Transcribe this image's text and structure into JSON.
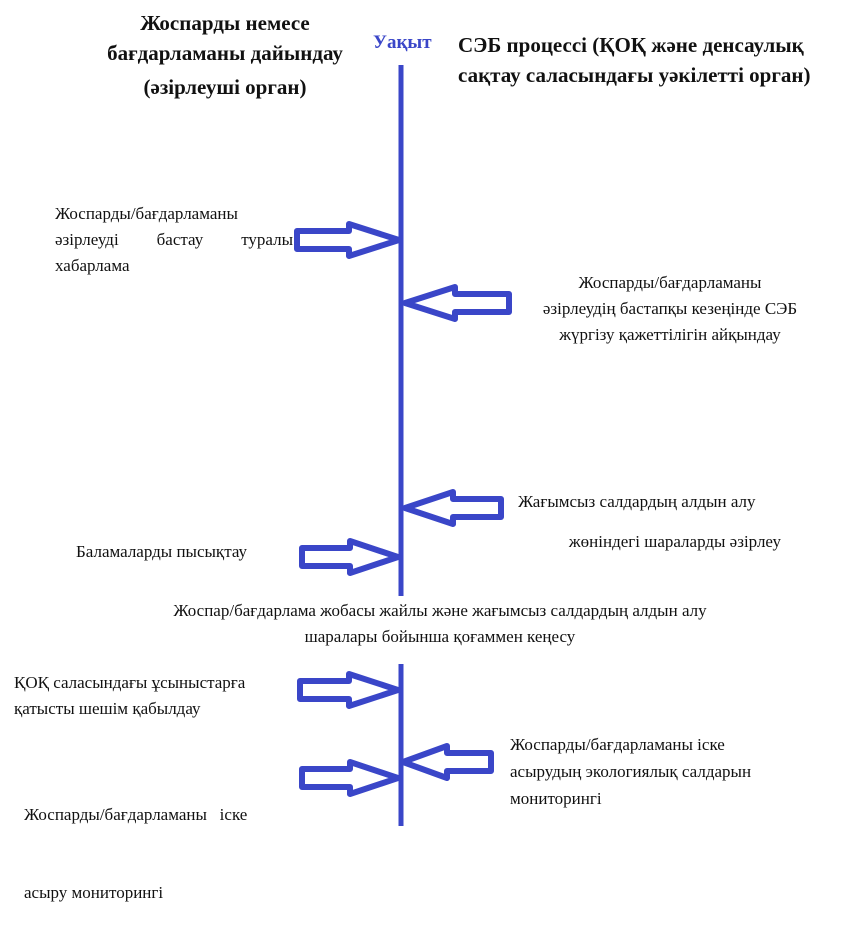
{
  "colors": {
    "line": "#3a46c8",
    "arrow_fill": "#ffffff",
    "text": "#111111",
    "time_label": "#3a46c8"
  },
  "header": {
    "left_lines": [
      "Жоспарды немесе",
      "бағдарламаны дайындау",
      "(әзірлеуші орган)"
    ],
    "time_label": "Уақыт",
    "right_lines": [
      "СЭБ процессі (ҚОҚ және денсаулық",
      "сақтау саласындағы уәкілетті орган)"
    ]
  },
  "steps": {
    "notice": [
      "Жоспарды/бағдарламаны",
      "әзірлеуді бастау туралы",
      "хабарлама"
    ],
    "sea_need": [
      "Жоспарды/бағдарламаны",
      "әзірлеудің бастапқы кезеңінде СЭБ",
      "жүргізу қажеттілігін айқындау"
    ],
    "mitigation": [
      "Жағымсыз салдардың алдын алу",
      "жөніндегі шараларды әзірлеу"
    ],
    "alternatives": [
      "Баламаларды пысықтау"
    ],
    "consultation": [
      "Жоспар/бағдарлама  жобасы жайлы және жағымсыз салдардың алдын алу",
      "шаралары бойынша қоғаммен кеңесу"
    ],
    "decision": [
      "ҚОҚ саласындағы ұсыныстарға",
      "қатысты шешім қабылдау"
    ],
    "monitoring_left": [
      "Жоспарды/бағдарламаны   іске",
      "асыру мониторингі"
    ],
    "monitoring_right": [
      "Жоспарды/бағдарламаны іске",
      "асырудың экологиялық салдарын",
      "мониторингі"
    ]
  }
}
